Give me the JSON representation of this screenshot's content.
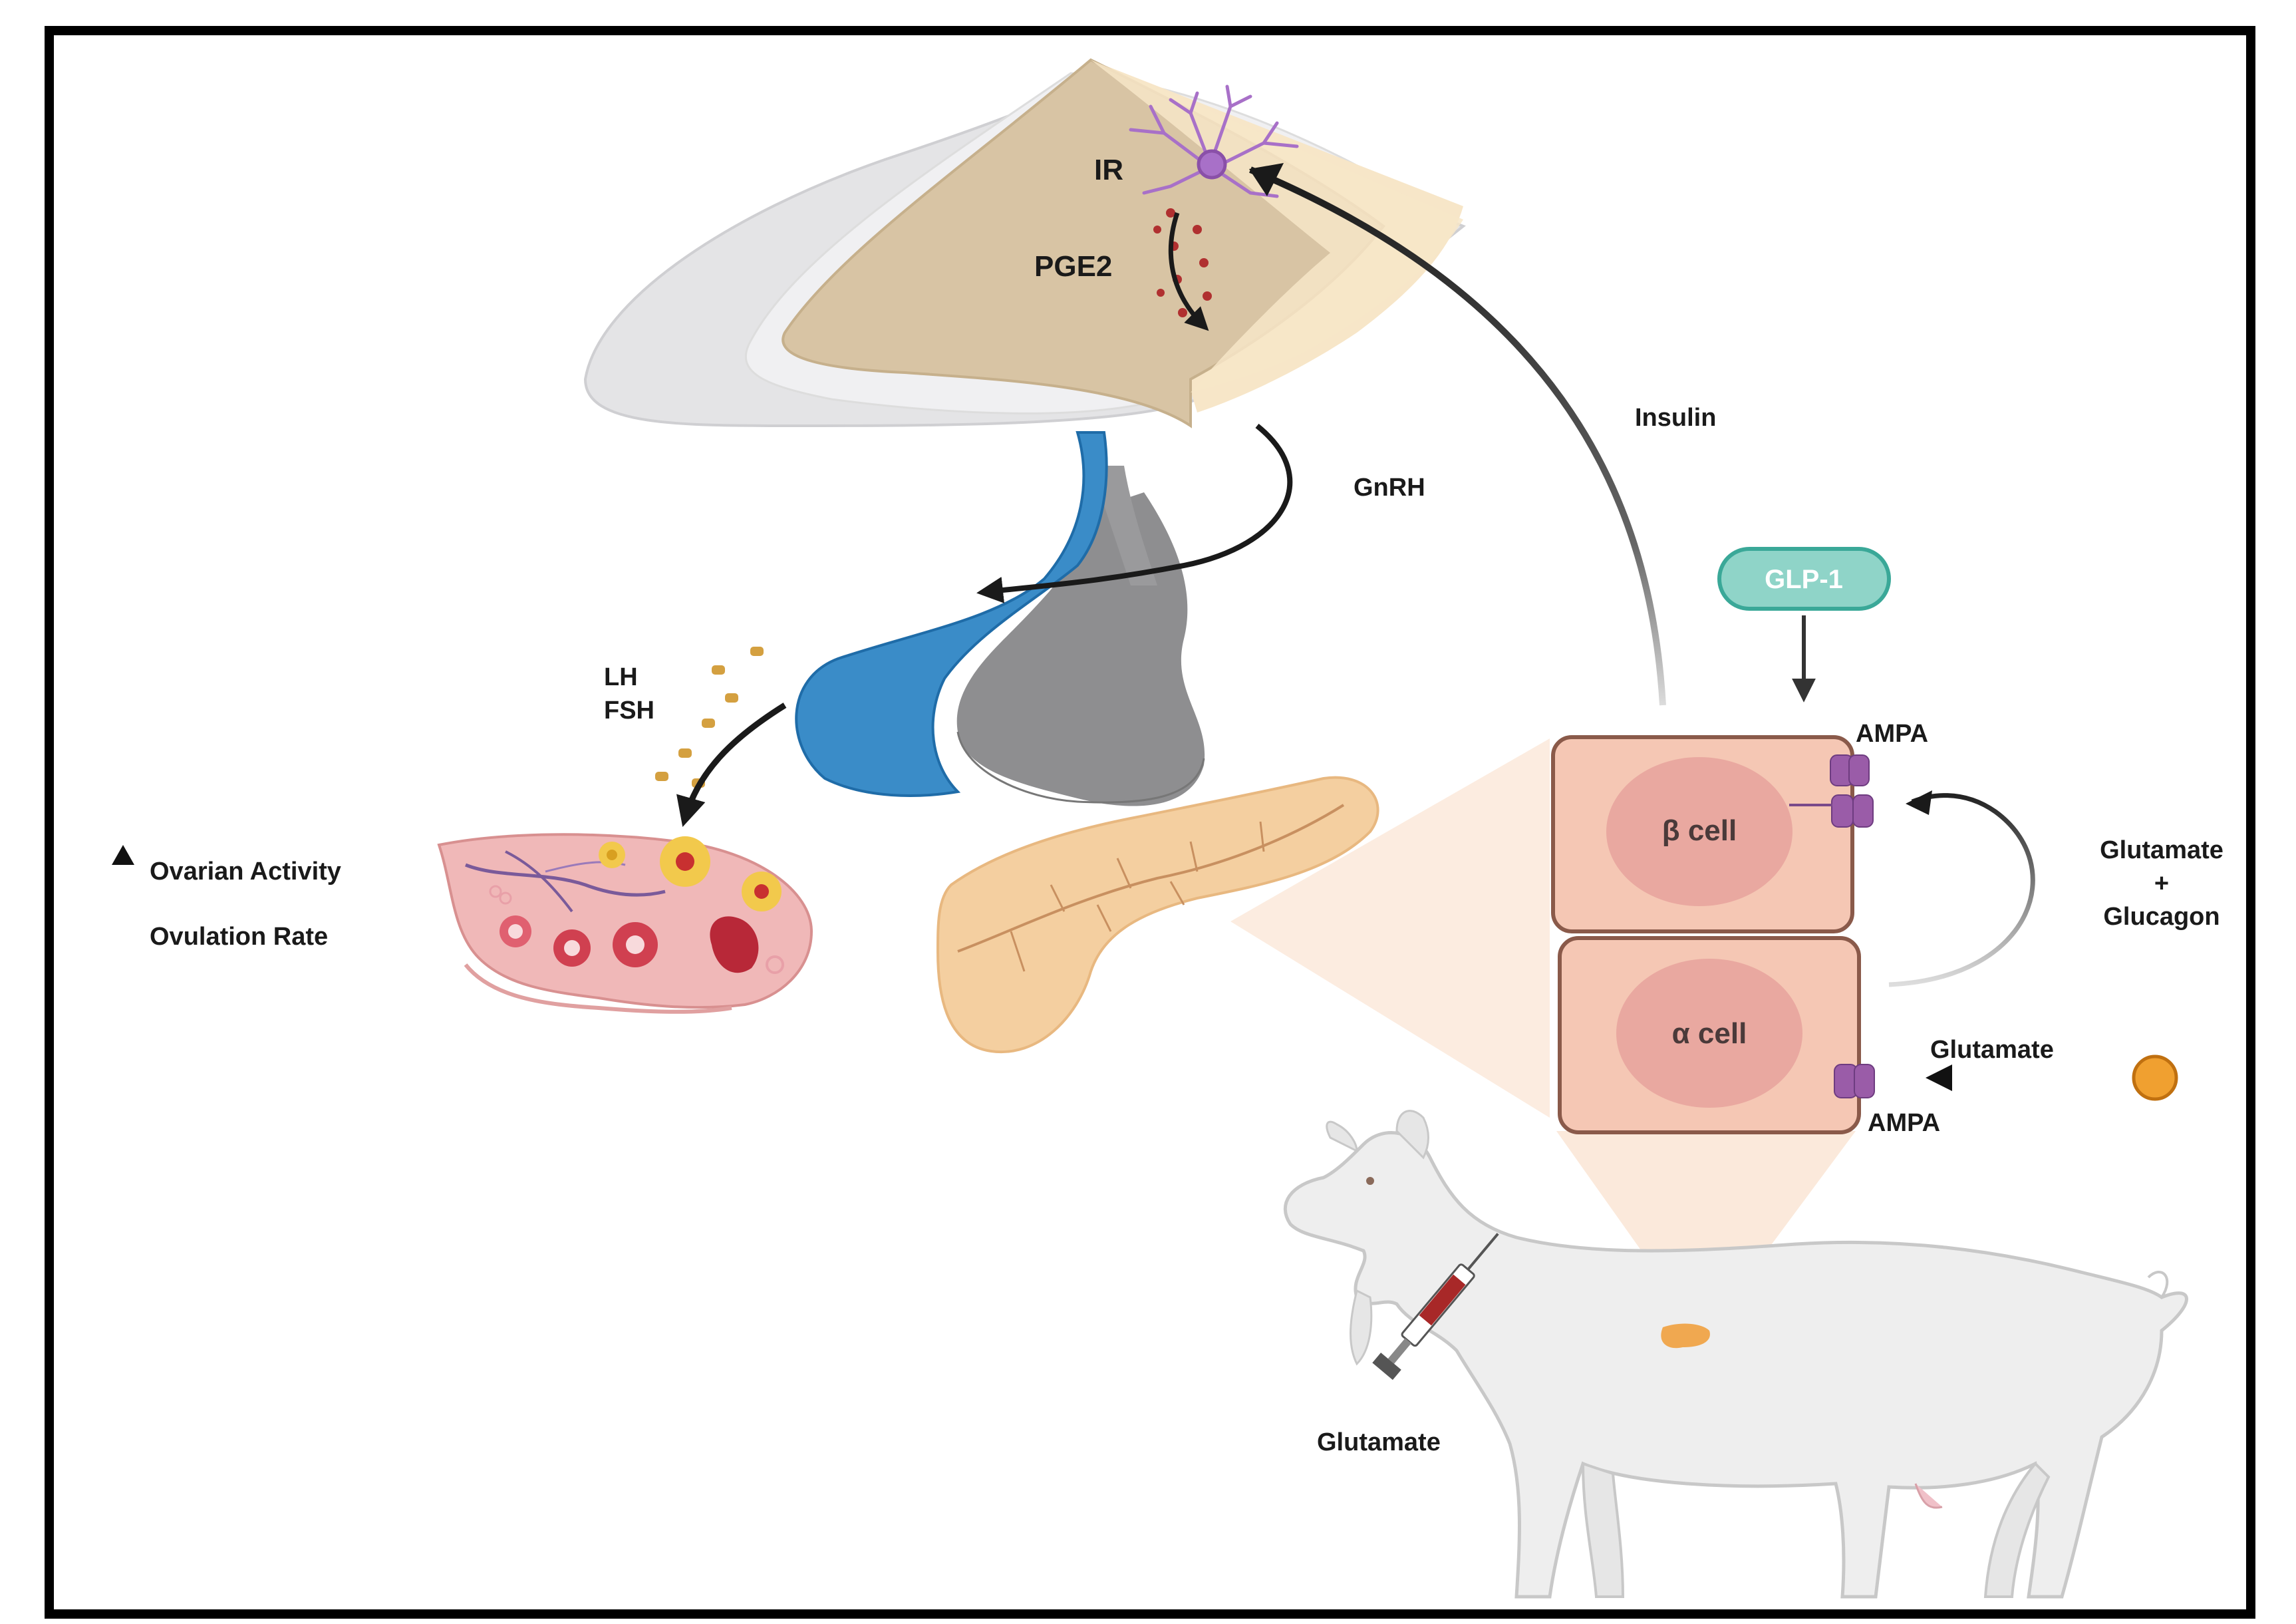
{
  "labels": {
    "ir": "IR",
    "pge2": "PGE2",
    "gnrh": "GnRH",
    "insulin": "Insulin",
    "glp1": "GLP-1",
    "ampa_top": "AMPA",
    "ampa_bottom": "AMPA",
    "beta_cell": "β cell",
    "alpha_cell": "α cell",
    "glutamate_glucagon_1": "Glutamate",
    "glutamate_glucagon_plus": "+",
    "glutamate_glucagon_2": "Glucagon",
    "glutamate_side": "Glutamate",
    "glutamate_goat": "Glutamate",
    "lh": "LH",
    "fsh": "FSH",
    "ovarian_activity": "Ovarian Activity",
    "ovulation_rate": "Ovulation Rate"
  },
  "colors": {
    "hypothalamus_tan": "#d8c4a4",
    "brain_cream": "#f7e6c8",
    "brain_grey": "#e2e2e4",
    "pituitary_blue": "#3a8cc8",
    "pituitary_grey": "#8e8e90",
    "ovary_pink": "#f0b8b8",
    "follicle_yellow": "#f2c94c",
    "pancreas_peach": "#f4cfa0",
    "cell_fill": "#f5c7b4",
    "nucleus_fill": "#e9a8a0",
    "glp1_teal": "#8fd4c8",
    "receptor_purple": "#9a5ca8",
    "neuron_purple": "#a870c8",
    "glutamate_orange": "#f0a030",
    "goat_white": "#eeeeee",
    "frame": "#000000"
  },
  "icons": [
    "neuron-icon",
    "pituitary-icon",
    "ovary-icon",
    "pancreas-icon",
    "goat-icon",
    "syringe-icon",
    "receptor-icon",
    "glutamate-molecule-icon"
  ]
}
